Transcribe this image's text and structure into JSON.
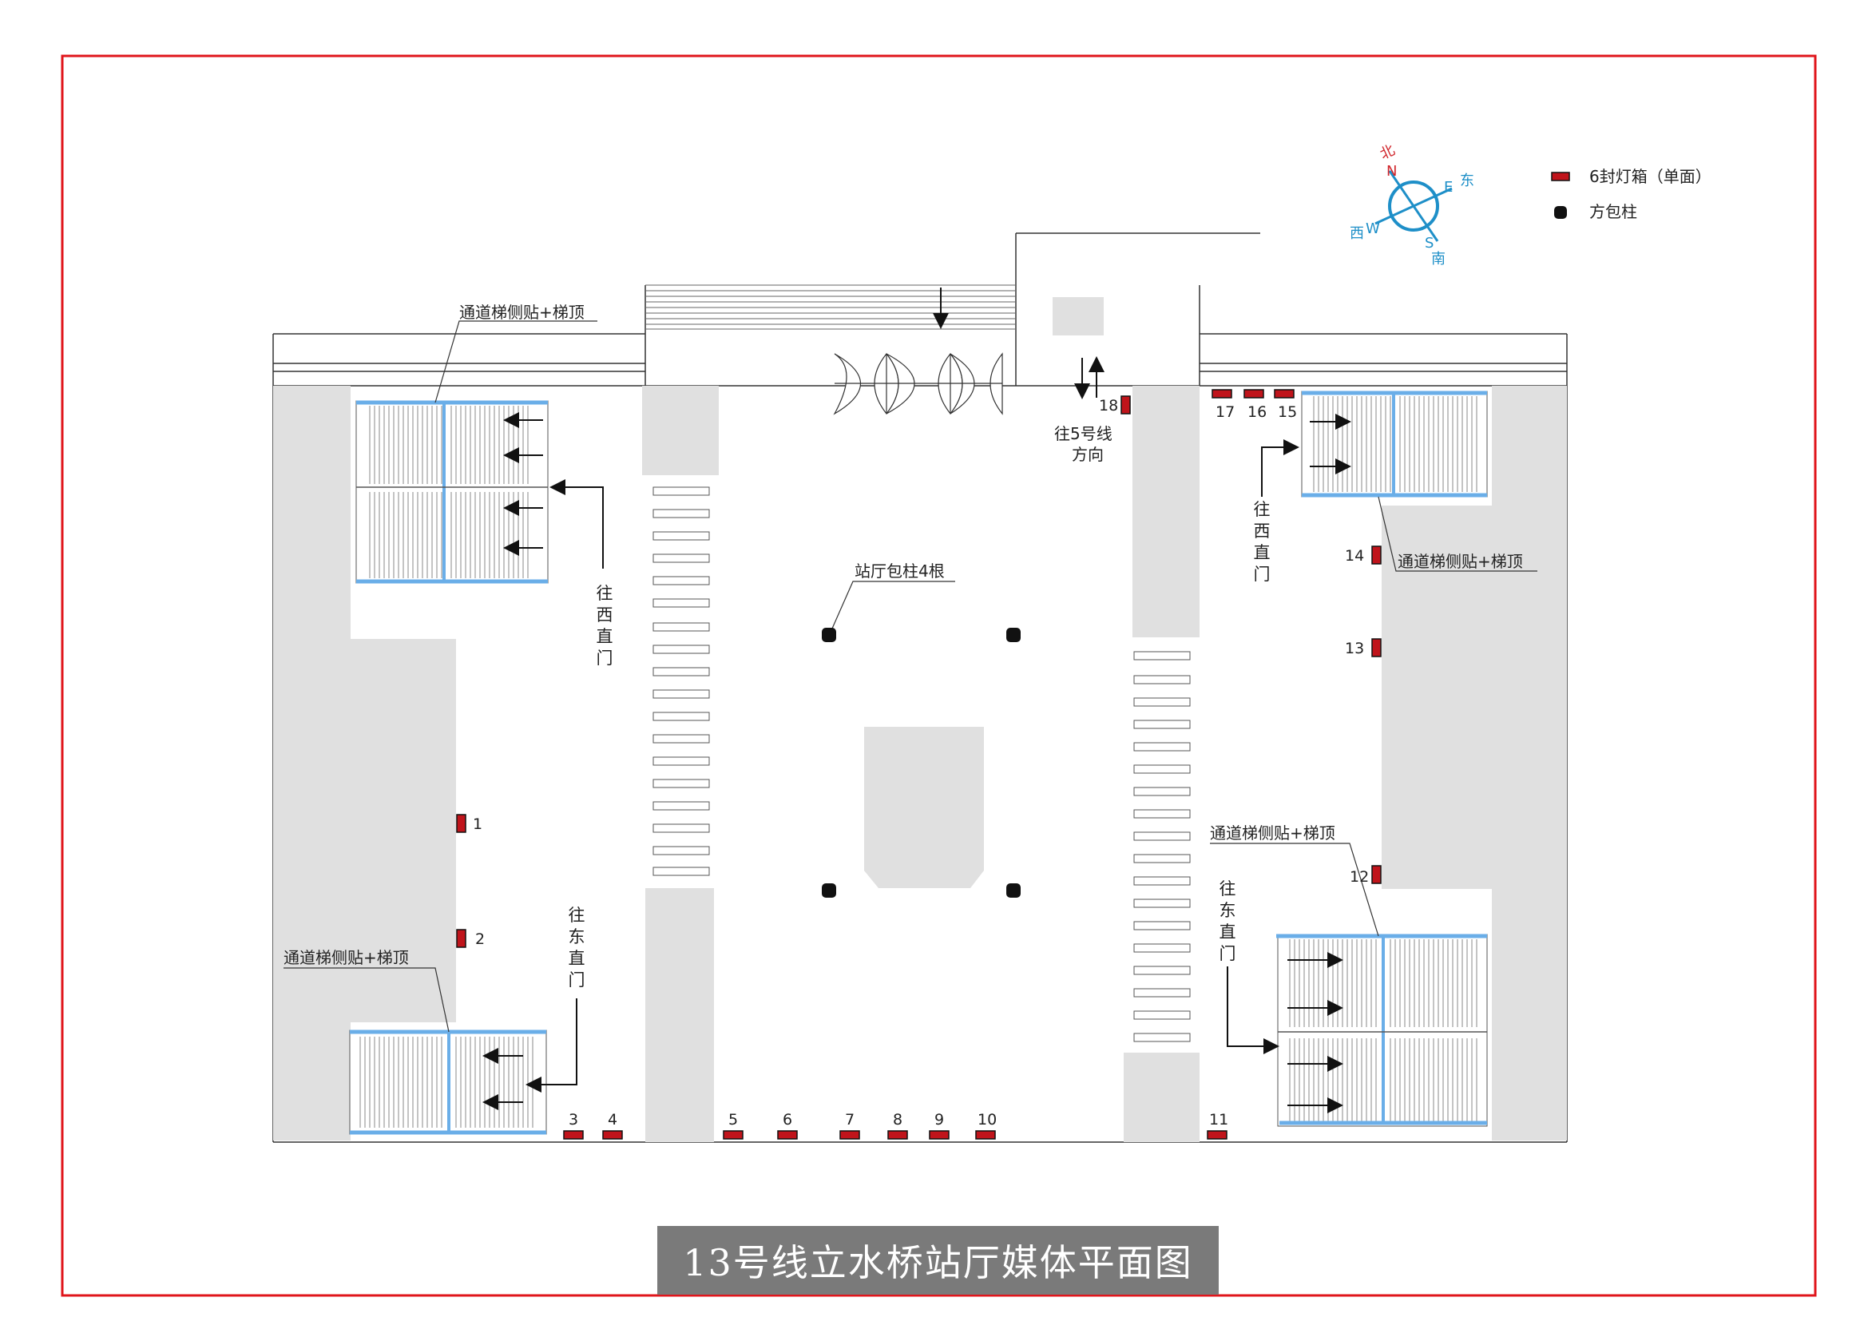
{
  "title": "13号线立水桥站厅媒体平面图",
  "legend": {
    "lightbox_label": "6封灯箱（单面）",
    "column_label": "方包柱",
    "lightbox_icon": "lightbox-icon",
    "column_icon": "square-column-icon"
  },
  "compass": {
    "north_cn": "北",
    "north": "N",
    "south_cn": "南",
    "south": "S",
    "east_cn": "东",
    "east": "E",
    "west_cn": "西",
    "west": "W"
  },
  "labels": {
    "escalator_nw": "通道梯侧贴+梯顶",
    "escalator_sw": "通道梯侧贴+梯顶",
    "escalator_ne": "通道梯侧贴+梯顶",
    "escalator_se": "通道梯侧贴+梯顶",
    "columns_note": "站厅包柱4根",
    "to_line5": [
      "往5号线",
      "方向"
    ],
    "to_xizhimen_left": [
      "往",
      "西",
      "直",
      "门"
    ],
    "to_dongzhimen_left": [
      "往",
      "东",
      "直",
      "门"
    ],
    "to_xizhimen_right": [
      "往",
      "西",
      "直",
      "门"
    ],
    "to_dongzhimen_right": [
      "往",
      "东",
      "直",
      "门"
    ]
  },
  "lightboxes": [
    {
      "id": "1",
      "label": "1"
    },
    {
      "id": "2",
      "label": "2"
    },
    {
      "id": "3",
      "label": "3"
    },
    {
      "id": "4",
      "label": "4"
    },
    {
      "id": "5",
      "label": "5"
    },
    {
      "id": "6",
      "label": "6"
    },
    {
      "id": "7",
      "label": "7"
    },
    {
      "id": "8",
      "label": "8"
    },
    {
      "id": "9",
      "label": "9"
    },
    {
      "id": "10",
      "label": "10"
    },
    {
      "id": "11",
      "label": "11"
    },
    {
      "id": "12",
      "label": "12"
    },
    {
      "id": "13",
      "label": "13"
    },
    {
      "id": "14",
      "label": "14"
    },
    {
      "id": "15",
      "label": "15"
    },
    {
      "id": "16",
      "label": "16"
    },
    {
      "id": "17",
      "label": "17"
    },
    {
      "id": "18",
      "label": "18"
    }
  ],
  "colors": {
    "border": "#e0151b",
    "wall": "#e0e0e0",
    "escalator_blue": "#6aaee8",
    "lightbox_red": "#c0141b",
    "compass_blue": "#1e8fc8",
    "compass_red": "#d0252b",
    "title_bg": "#7a7a7a"
  }
}
